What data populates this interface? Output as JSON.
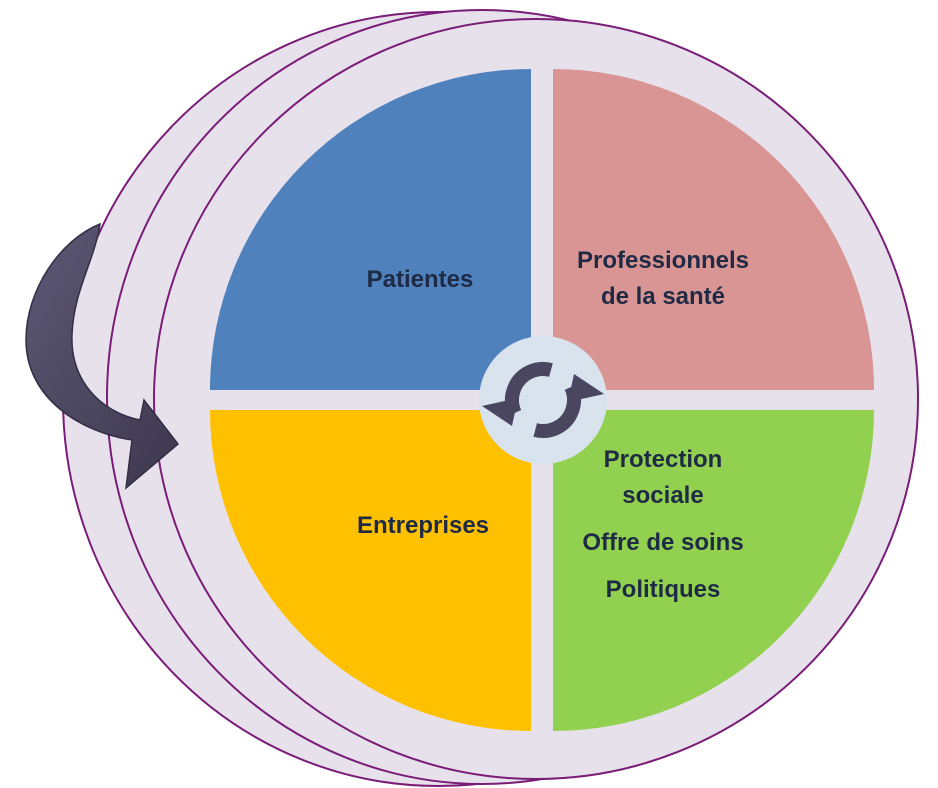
{
  "quadrants": {
    "top_left": {
      "lines": [
        "Patientes"
      ]
    },
    "top_right": {
      "lines": [
        "Professionnels",
        "de la santé"
      ]
    },
    "bottom_left": {
      "lines": [
        "Entreprises"
      ]
    },
    "bottom_right": {
      "lines": [
        "Protection",
        "sociale",
        "Offre de soins",
        "Politiques"
      ]
    }
  },
  "colors": {
    "background_disc": "#e7e1ec",
    "outline": "#7a1d78",
    "patientes": "#4f81bd",
    "professionnels": "#d99594",
    "entreprises": "#ffc000",
    "protection": "#92d050",
    "center_circle": "#d8e3ee",
    "cycle_icon": "#4b4660",
    "arrow": "#4b4660",
    "text": "#1f2a44"
  },
  "icons": {
    "center": "refresh-cycle-icon",
    "side": "curved-arrow-icon"
  }
}
